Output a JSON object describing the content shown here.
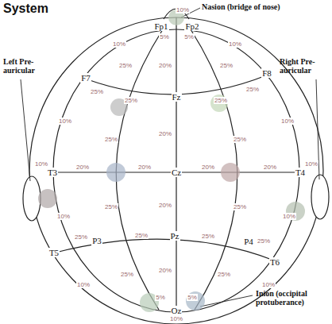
{
  "diagram": {
    "title": "System",
    "labels": [
      "Nasion (bridge of nose)",
      "Left Pre-auricular",
      "Right Pre-auricular",
      "Inion (occipital protuberance)",
      "Fp1",
      "Fp2",
      "F7",
      "Fz",
      "F8",
      "T3",
      "Cz",
      "T4",
      "T5",
      "P3",
      "Pz",
      "P4",
      "T6",
      "Oz",
      "10%",
      "5%",
      "5%",
      "10%",
      "10%",
      "10%",
      "10%",
      "10%",
      "10%",
      "10%",
      "10%",
      "10%",
      "10%",
      "20%",
      "20%",
      "20%",
      "20%",
      "20%",
      "20%",
      "20%",
      "20%",
      "25%",
      "25%",
      "25%",
      "25%",
      "25%",
      "25%",
      "25%",
      "25%",
      "25%",
      "25%",
      "25%",
      "25%",
      "25%",
      "25%",
      "25%",
      "25%",
      "5%",
      "5%",
      "10%"
    ]
  }
}
